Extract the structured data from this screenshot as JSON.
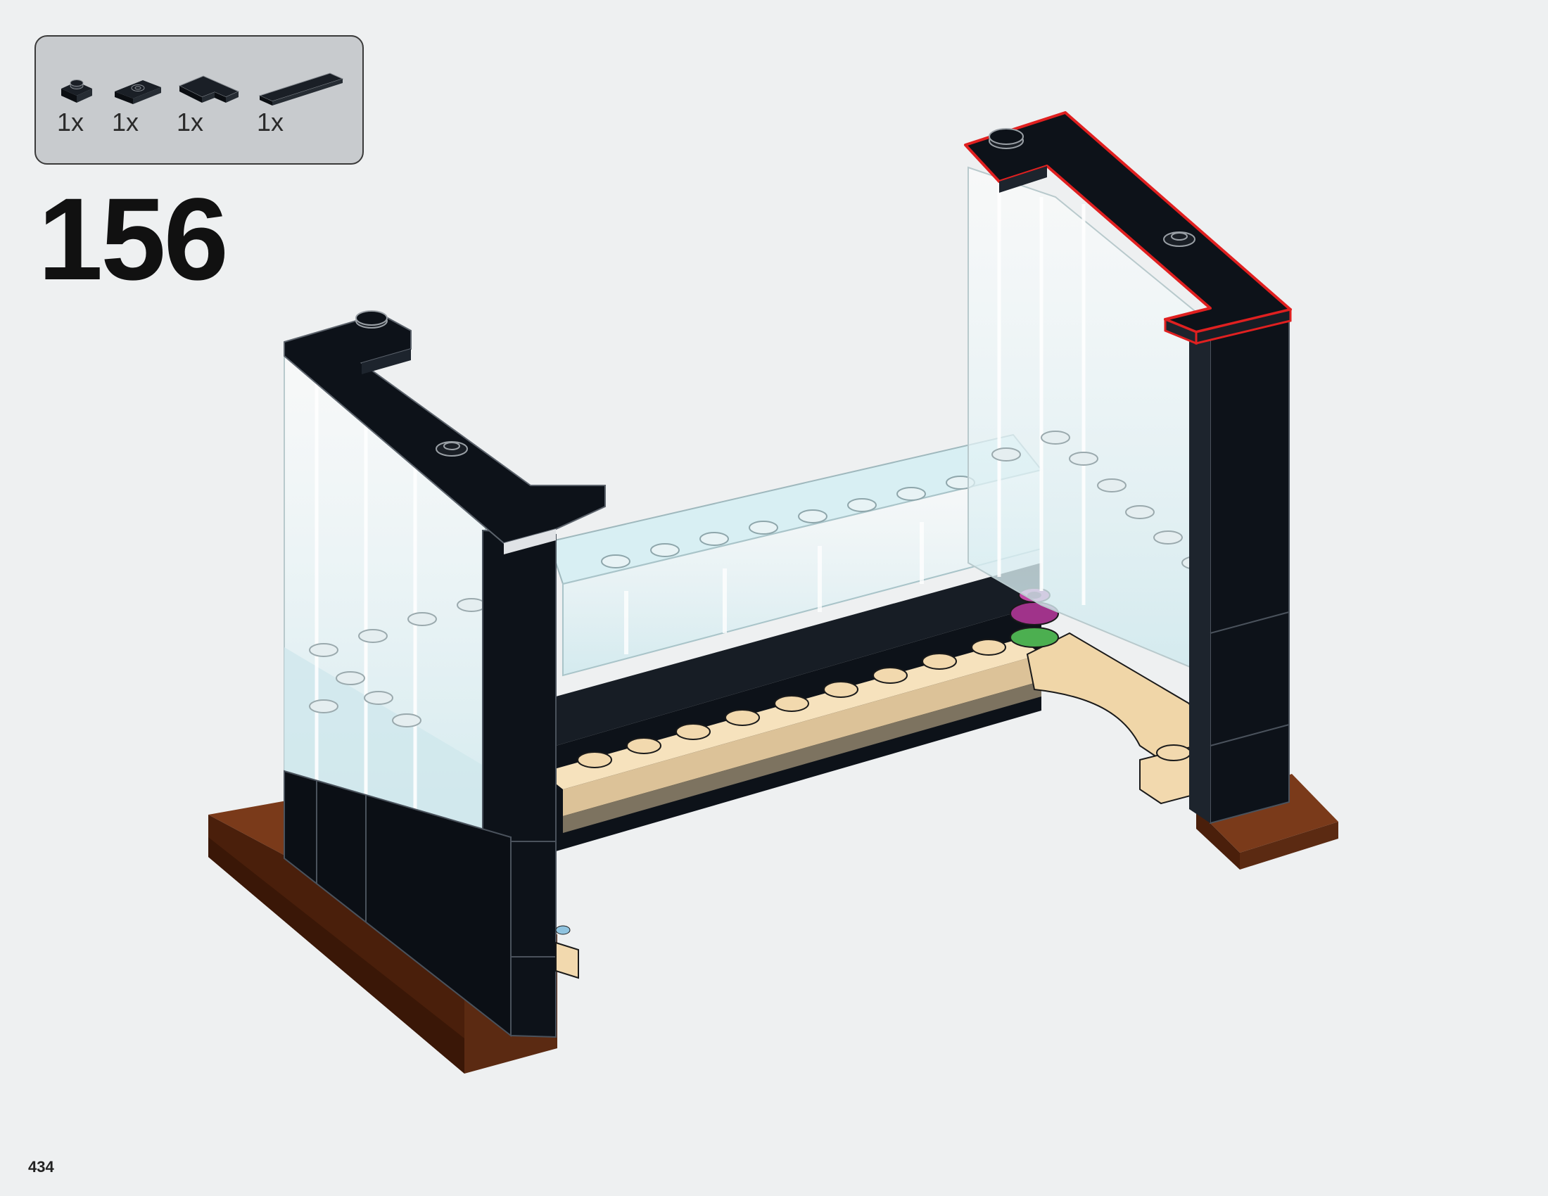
{
  "step": {
    "number": "156"
  },
  "page": {
    "number": "434"
  },
  "parts": [
    {
      "icon": "plate-1x1-round-stud-icon",
      "qty": "1x"
    },
    {
      "icon": "plate-1x2-jumper-icon",
      "qty": "1x"
    },
    {
      "icon": "plate-corner-2x2-icon",
      "qty": "1x"
    },
    {
      "icon": "tile-1x4-icon",
      "qty": "1x"
    }
  ],
  "colors": {
    "background": "#eef0f1",
    "callout": "#c8cbce",
    "black_brick": "#0d1219",
    "trans_clear": "#cfe9ee",
    "tan": "#f2d9ae",
    "reddish_brown": "#5b2a12",
    "highlight": "#e02020",
    "magenta": "#a0338a",
    "green": "#4caf50"
  }
}
